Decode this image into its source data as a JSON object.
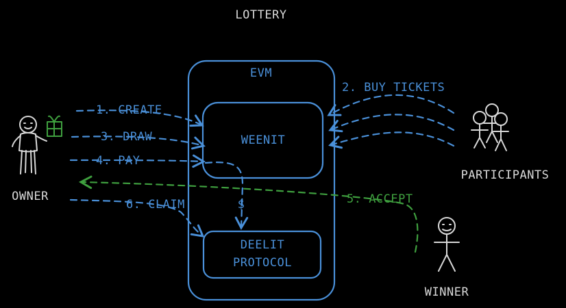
{
  "title": "LOTTERY",
  "containers": {
    "evm": "EVM",
    "weenit": "WEENIT",
    "deelit_line1": "DEELIT",
    "deelit_line2": "PROTOCOL"
  },
  "actors": {
    "owner": "OWNER",
    "participants": "PARTICIPANTS",
    "winner": "WINNER"
  },
  "steps": {
    "create": "1. CREATE",
    "buy": "2. BUY TICKETS",
    "draw": "3. DRAW",
    "pay": "4. PAY",
    "accept": "5. ACCEPT",
    "claim": "6. CLAIM",
    "money": "$"
  },
  "colors": {
    "background": "#000000",
    "text": "#d9d9d9",
    "blue": "#4a90d9",
    "green": "#3fa03f"
  }
}
